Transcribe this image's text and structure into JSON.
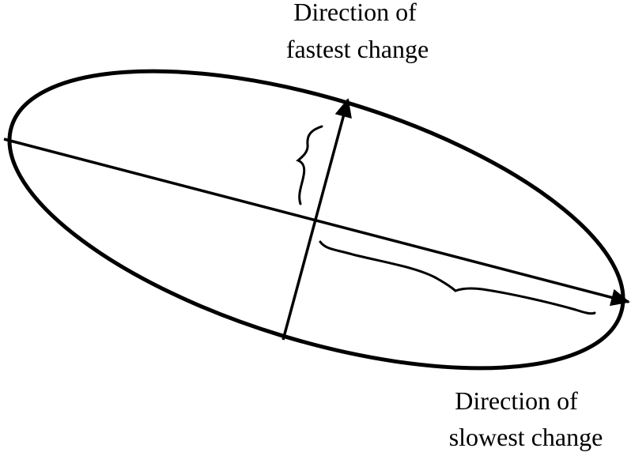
{
  "labels": {
    "fastest_line1": "Direction of",
    "fastest_line2": "fastest change",
    "slowest_line1": "Direction of",
    "slowest_line2": "slowest change"
  },
  "colors": {
    "stroke": "#000000",
    "background": "#ffffff"
  }
}
